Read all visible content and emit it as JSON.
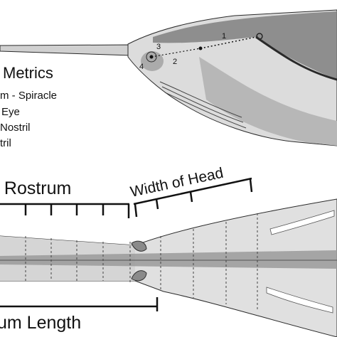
{
  "legend": {
    "title": "Metrics",
    "items": [
      "m - Spiracle",
      "Eye",
      "Nostril",
      "tril"
    ]
  },
  "markers": [
    "1",
    "2",
    "3",
    "4"
  ],
  "labels": {
    "rostrum": "f Rostrum",
    "width_of_head": "Width of Head",
    "rostrum_length": "um Length"
  },
  "colors": {
    "dark": "#6e6e6e",
    "mid": "#b3b3b3",
    "light": "#dcdcdc",
    "outline": "#2a2a2a"
  }
}
